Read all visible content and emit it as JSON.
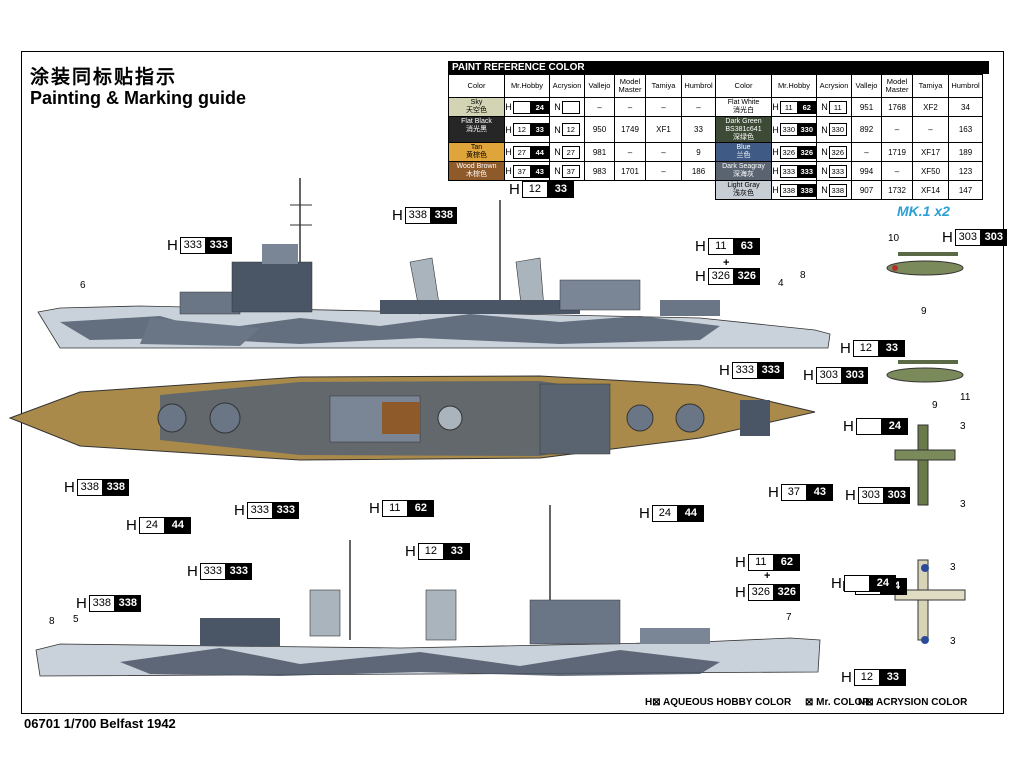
{
  "title_cn": "涂装同标贴指示",
  "title_en": "Painting & Marking guide",
  "table_title": "PAINT  REFERENCE COLOR",
  "headers": [
    "Color",
    "Mr.Hobby",
    "Acrysion",
    "Vallejo",
    "Model Master",
    "Tamiya",
    "Humbrol"
  ],
  "left_rows": [
    {
      "en": "Sky",
      "cn": "天空色",
      "color": "#d2d4b4",
      "text": "#000",
      "h": "24",
      "hstyle": "black",
      "n": "",
      "v": "–",
      "mm": "–",
      "t": "–",
      "hu": "–"
    },
    {
      "en": "Flat Black",
      "cn": "消光黑",
      "color": "#262626",
      "text": "#fff",
      "h": "33",
      "hstyle": "black",
      "n": "12",
      "v": "950",
      "mm": "1749",
      "t": "XF1",
      "hu": "33",
      "hnum": "12"
    },
    {
      "en": "Tan",
      "cn": "黄棕色",
      "color": "#e0a53a",
      "text": "#000",
      "h": "44",
      "hstyle": "black",
      "n": "27",
      "v": "981",
      "mm": "–",
      "t": "–",
      "hu": "9",
      "hnum": "27"
    },
    {
      "en": "Wood Brown",
      "cn": "木棕色",
      "color": "#8e5a2a",
      "text": "#fff",
      "h": "43",
      "hstyle": "black",
      "n": "37",
      "v": "983",
      "mm": "1701",
      "t": "–",
      "hu": "186",
      "hnum": "37"
    }
  ],
  "right_rows": [
    {
      "en": "Flat White",
      "cn": "消光白",
      "color": "#ffffff",
      "text": "#000",
      "hnum": "11",
      "h": "62",
      "n": "11",
      "v": "951",
      "mm": "1768",
      "t": "XF2",
      "hu": "34"
    },
    {
      "en": "Dark Green BS381c641",
      "cn": "深绿色",
      "color": "#3d4a35",
      "text": "#fff",
      "hnum": "330",
      "h": "330",
      "n": "330",
      "v": "892",
      "mm": "–",
      "t": "–",
      "hu": "163"
    },
    {
      "en": "Blue",
      "cn": "兰色",
      "color": "#3e5a85",
      "text": "#fff",
      "hnum": "326",
      "h": "326",
      "n": "326",
      "v": "–",
      "mm": "1719",
      "t": "XF17",
      "hu": "189"
    },
    {
      "en": "Dark Seagray",
      "cn": "深海灰",
      "color": "#5a6470",
      "text": "#fff",
      "hnum": "333",
      "h": "333",
      "n": "333",
      "v": "994",
      "mm": "–",
      "t": "XF50",
      "hu": "123"
    },
    {
      "en": "Light Gray",
      "cn": "浅灰色",
      "color": "#c6cdd4",
      "text": "#000",
      "hnum": "338",
      "h": "338",
      "n": "338",
      "v": "907",
      "mm": "1732",
      "t": "XF14",
      "hu": "147"
    }
  ],
  "mk_label": "MK.1 x2",
  "callouts": [
    {
      "a": "12",
      "b": "33"
    },
    {
      "a": "338",
      "b": "338"
    },
    {
      "a": "333",
      "b": "333"
    },
    {
      "a": "11",
      "b": "63"
    },
    {
      "a": "326",
      "b": "326"
    },
    {
      "a": "303",
      "b": "303"
    },
    {
      "a": "",
      "b": "24"
    },
    {
      "a": "12",
      "b": "33"
    },
    {
      "a": "333",
      "b": "333"
    },
    {
      "a": "303",
      "b": "303"
    },
    {
      "a": "",
      "b": "24"
    },
    {
      "a": "37",
      "b": "43"
    },
    {
      "a": "303",
      "b": "303"
    },
    {
      "a": "338",
      "b": "338"
    },
    {
      "a": "24",
      "b": "44"
    },
    {
      "a": "333",
      "b": "333"
    },
    {
      "a": "11",
      "b": "62"
    },
    {
      "a": "24",
      "b": "44"
    },
    {
      "a": "12",
      "b": "33"
    },
    {
      "a": "333",
      "b": "333"
    },
    {
      "a": "338",
      "b": "338"
    },
    {
      "a": "11",
      "b": "62"
    },
    {
      "a": "326",
      "b": "326"
    },
    {
      "a": "",
      "b": "24"
    },
    {
      "a": "12",
      "b": "33"
    }
  ],
  "numbers": [
    "10",
    "9",
    "9",
    "11",
    "3",
    "3",
    "3",
    "3",
    "6",
    "4",
    "8",
    "8",
    "5",
    "7"
  ],
  "plus": "+",
  "legend": {
    "h": "H⊠  AQUEOUS HOBBY COLOR",
    "m": "⊠  Mr. COLOR",
    "n": "N⊠  ACRYSION COLOR"
  },
  "footer": "06701 1/700  Belfast 1942",
  "colors": {
    "accent": "#2a9fd6",
    "deck": "#a98a4a",
    "hull_light": "#c9d2da",
    "hull_dark": "#4a5566"
  }
}
